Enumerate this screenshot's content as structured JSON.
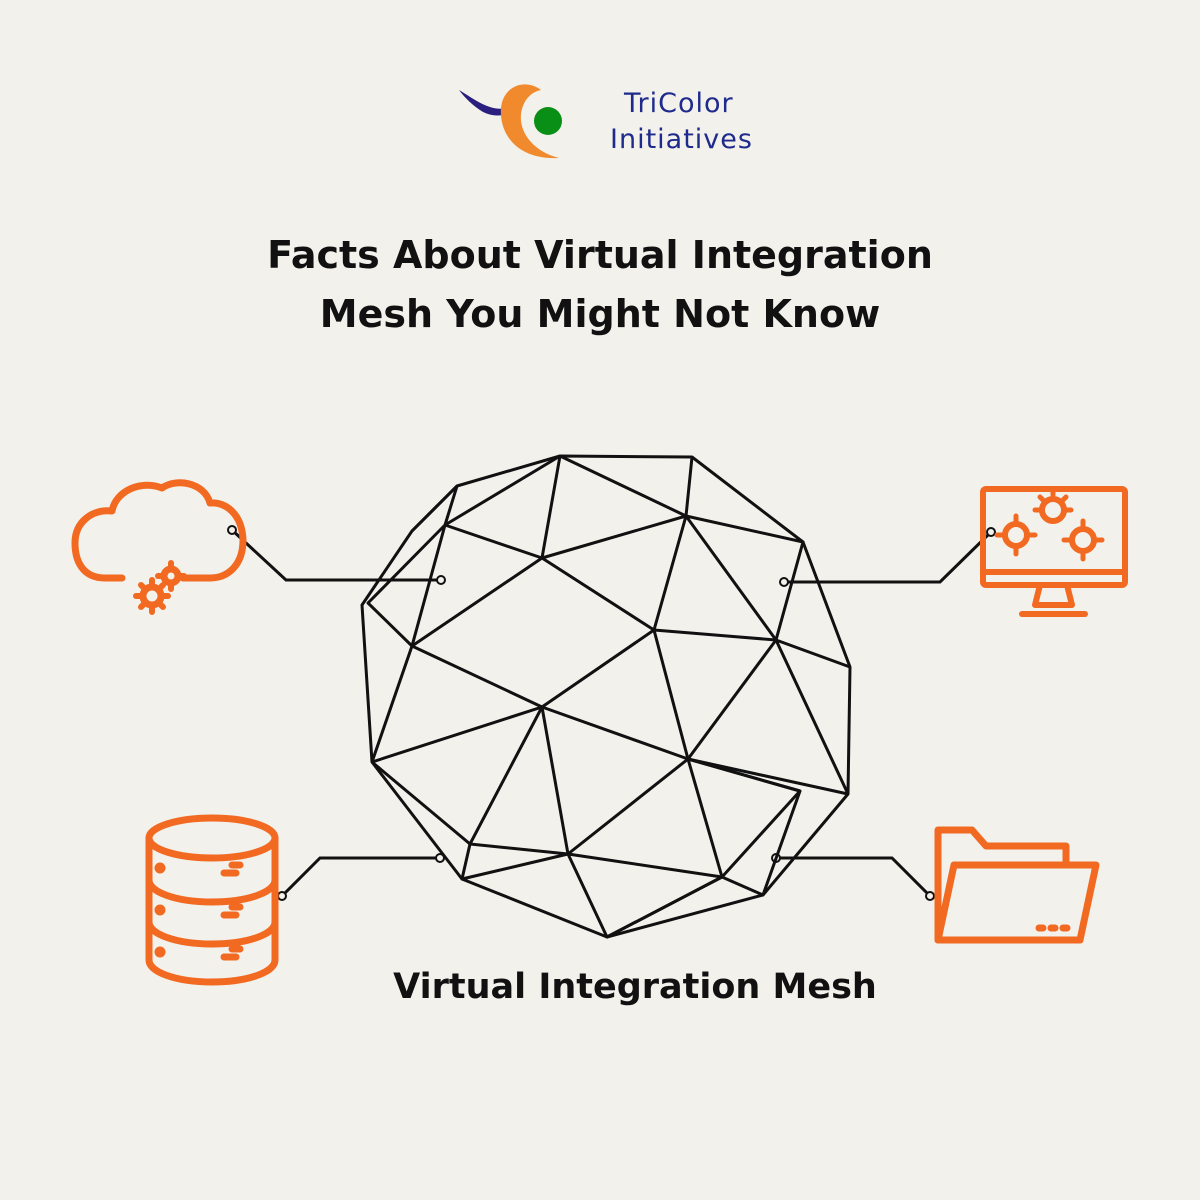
{
  "brand": {
    "name_line1": "TriColor",
    "name_line2": "Initiatives",
    "colors": {
      "orange": "#f08a2c",
      "purple": "#2a1f7e",
      "green": "#0a8f16",
      "text": "#1e2a8c"
    },
    "logo_icon": "tricolor-swoosh-logo"
  },
  "title": {
    "line1": "Facts About Virtual Integration",
    "line2": "Mesh You Might Not Know"
  },
  "caption": "Virtual Integration Mesh",
  "accent_color": "#f26a21",
  "icons": [
    "cloud-gears-icon",
    "monitor-gears-icon",
    "database-icon",
    "folder-icon"
  ]
}
